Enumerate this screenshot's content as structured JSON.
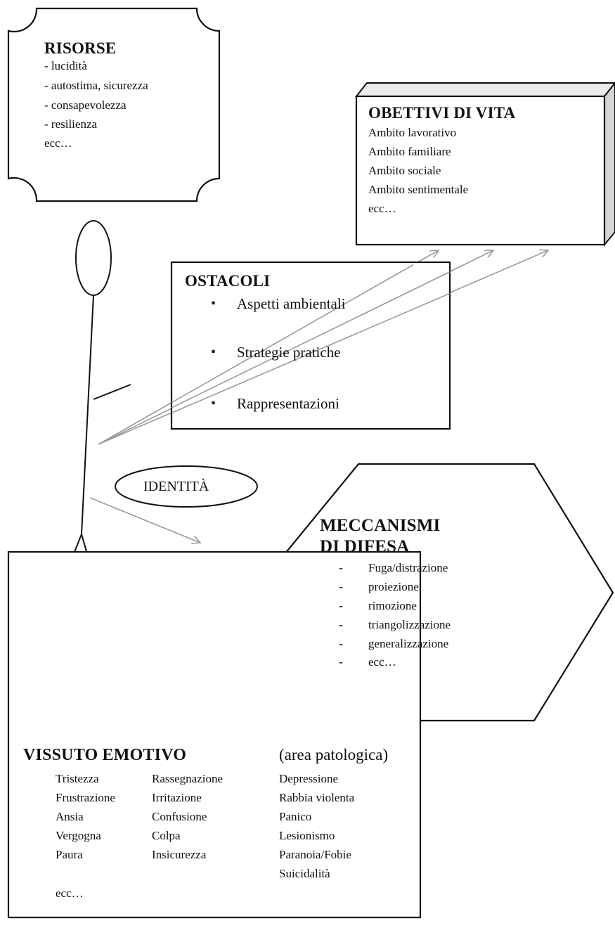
{
  "risorse": {
    "title": "RISORSE",
    "items": [
      "- lucidità",
      "- autostima, sicurezza",
      "- consapevolezza",
      "- resilienza",
      "ecc…"
    ]
  },
  "obiettivi": {
    "title": "OBETTIVI DI VITA",
    "items": [
      "Ambito lavorativo",
      "Ambito familiare",
      "Ambito sociale",
      "Ambito sentimentale",
      "ecc…"
    ]
  },
  "ostacoli": {
    "title": "OSTACOLI",
    "items": [
      "Aspetti ambientali",
      "Strategie pratiche",
      "Rappresentazioni"
    ]
  },
  "identita": {
    "label": "IDENTITÀ"
  },
  "meccanismi": {
    "title_line1": "MECCANISMI",
    "title_line2": "DI DIFESA",
    "items": [
      "Fuga/distrazione",
      "proiezione",
      "rimozione",
      "triangolizzazione",
      "generalizzazione",
      "ecc…"
    ]
  },
  "vissuto": {
    "title": "VISSUTO EMOTIVO",
    "area_label": "(area patologica)",
    "col1": [
      "Tristezza",
      "Frustrazione",
      "Ansia",
      "Vergogna",
      "Paura"
    ],
    "col2": [
      "Rassegnazione",
      "Irritazione",
      "Confusione",
      "Colpa",
      "Insicurezza"
    ],
    "col3": [
      "Depressione",
      "Rabbia violenta",
      "Panico",
      "Lesionismo",
      "Paranoia/Fobie",
      "Suicidalità"
    ],
    "etc": "ecc…"
  },
  "colors": {
    "line": "#111111",
    "arrow": "#9a9a9a",
    "box_shadow": "#d9d9d9"
  }
}
